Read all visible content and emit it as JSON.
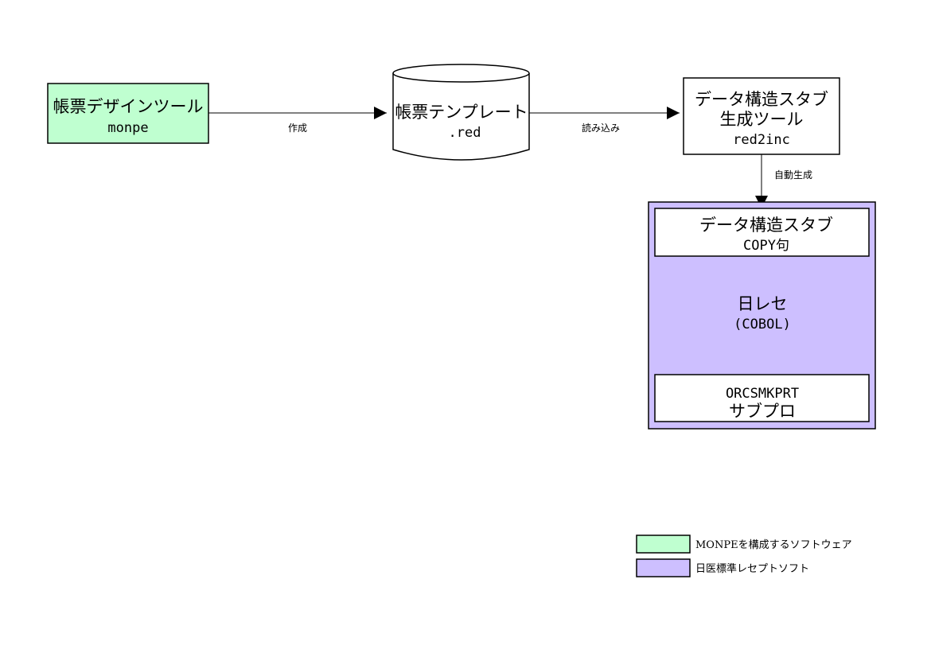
{
  "nodes": {
    "monpe": {
      "line1": "帳票デザインツール",
      "line2": "monpe",
      "fill": "#bfffd0"
    },
    "template": {
      "line1": "帳票テンプレート",
      "line2": ".red"
    },
    "red2inc": {
      "line1": "データ構造スタブ",
      "line2": "生成ツール",
      "line3": "red2inc"
    },
    "nichire": {
      "fill": "#cdbfff",
      "stub": {
        "line1": "データ構造スタブ",
        "line2": "COPY句"
      },
      "body": {
        "line1": "日レセ",
        "line2": "(COBOL)"
      },
      "subpro": {
        "line1": "ORCSMKPRT",
        "line2": "サブプロ"
      }
    }
  },
  "edges": {
    "create": "作成",
    "read": "読み込み",
    "generate": "自動生成"
  },
  "legend": [
    {
      "label": "MONPEを構成するソフトウェア",
      "color": "#bfffd0"
    },
    {
      "label": "日医標準レセプトソフト",
      "color": "#cdbfff"
    }
  ]
}
